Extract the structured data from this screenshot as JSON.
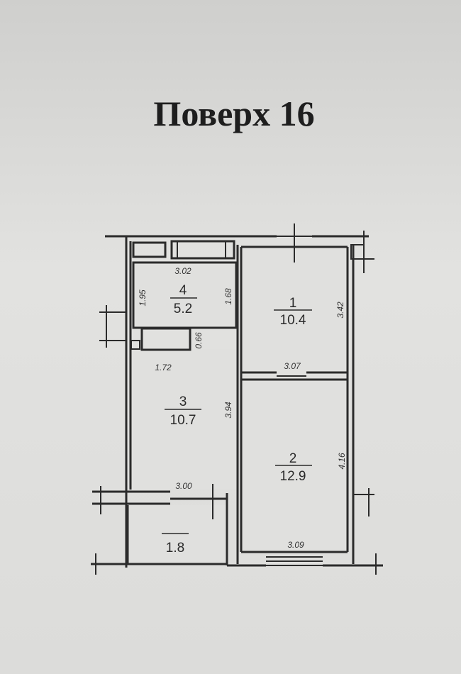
{
  "title": "Поверх 16",
  "rooms": [
    {
      "number": "1",
      "area": "10.4",
      "width": "3.07",
      "length": "3.42"
    },
    {
      "number": "2",
      "area": "12.9",
      "width": "3.09",
      "length": "4.16"
    },
    {
      "number": "3",
      "area": "10.7",
      "width_top": "1.72",
      "width_bottom": "3.00",
      "length": "3.94"
    },
    {
      "number": "4",
      "area": "5.2",
      "width": "3.02",
      "length_left": "1.95",
      "length_right": "1.68"
    }
  ],
  "balcony": {
    "area": "1.8"
  },
  "closet_dimension": "0.66"
}
